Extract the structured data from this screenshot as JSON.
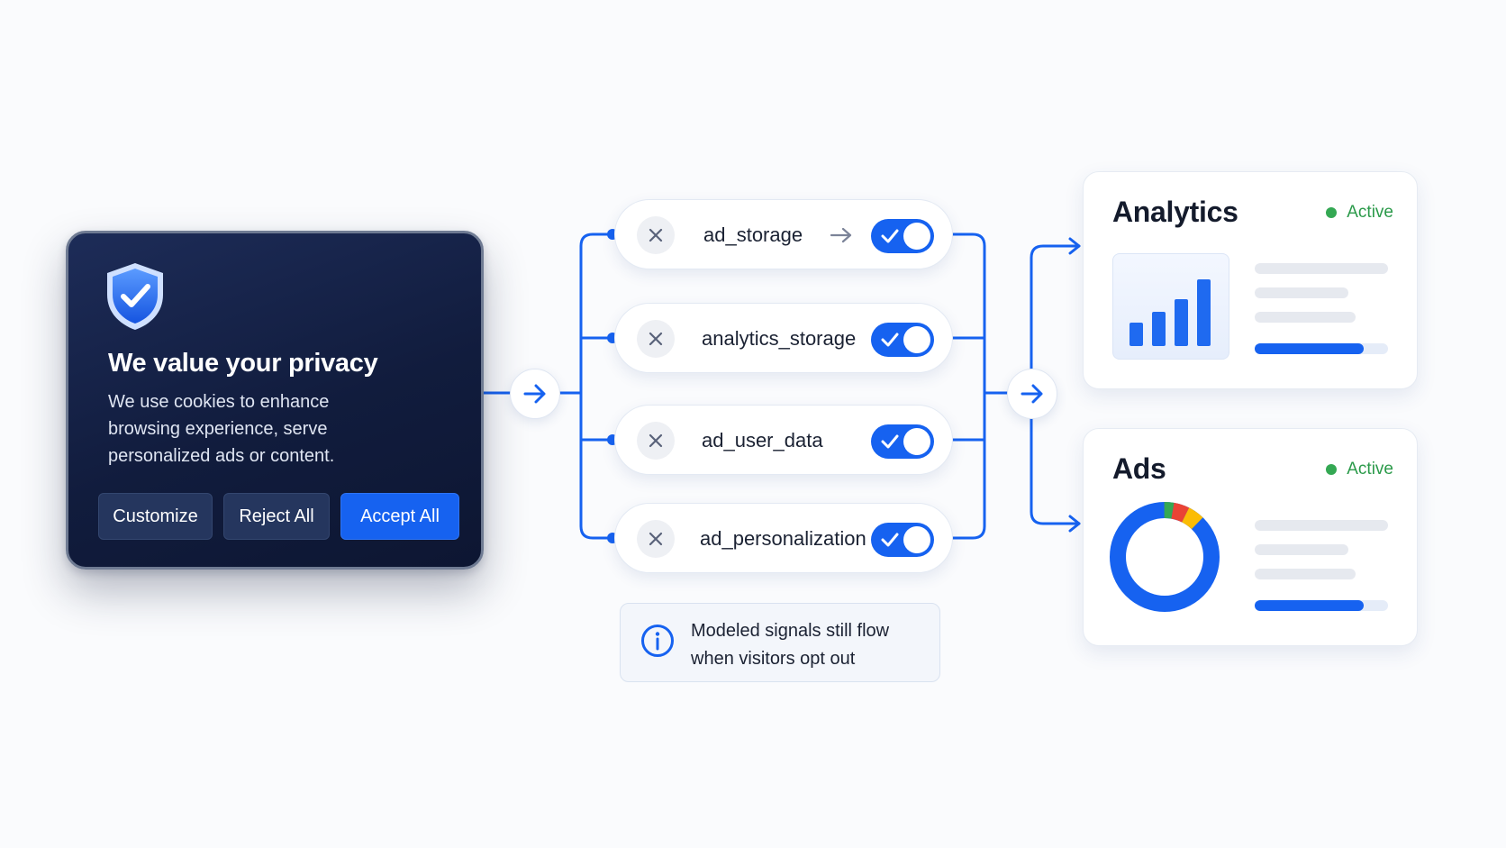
{
  "consent": {
    "title": "We value your privacy",
    "body": "We use cookies to enhance browsing experience, serve personalized ads or content.",
    "buttons": {
      "customize": "Customize",
      "reject": "Reject All",
      "accept": "Accept All"
    }
  },
  "parameters": [
    {
      "label": "ad_storage",
      "enabled": true
    },
    {
      "label": "analytics_storage",
      "enabled": true
    },
    {
      "label": "ad_user_data",
      "enabled": true
    },
    {
      "label": "ad_personalization",
      "enabled": true
    }
  ],
  "info_note": "Modeled signals still flow when visitors opt out",
  "cards": [
    {
      "title": "Analytics",
      "status": "Active",
      "progress": 0.82
    },
    {
      "title": "Ads",
      "status": "Active",
      "progress": 0.82
    }
  ],
  "icons": {
    "shield": "shield-check-icon",
    "flow_node": "arrow-right-icon",
    "reject_param": "close-icon",
    "toggle": "check-icon",
    "info": "info-icon",
    "analytics_thumb": "bar-chart-icon",
    "ads_thumb": "donut-chart-icon"
  },
  "colors": {
    "accent": "#1662f0",
    "dialog_bg": "#111c3d",
    "status_green": "#34a853"
  }
}
